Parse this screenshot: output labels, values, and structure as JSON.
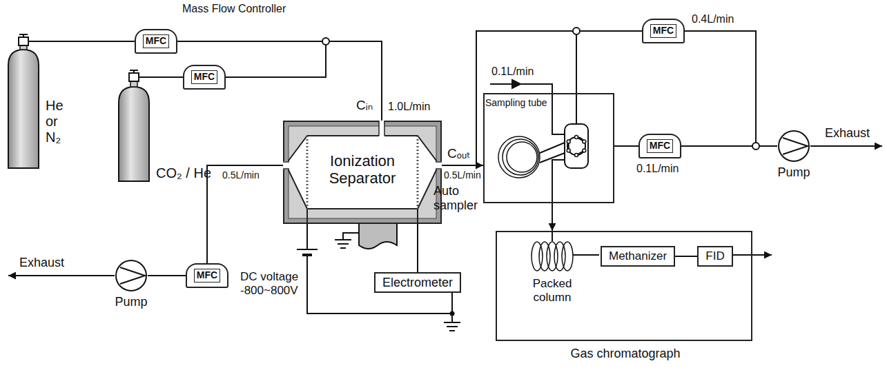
{
  "diagram": {
    "nodes": [
      {
        "text": [
          "He or N₂"
        ]
      },
      {
        "text": [
          "Mass Flow Controller",
          "MFC"
        ]
      },
      {
        "text": [
          "CO₂ / He"
        ]
      },
      {
        "text": [
          "MFC"
        ]
      },
      {
        "text": [
          "Ionization Separator"
        ]
      },
      {
        "text": [
          "MFC"
        ]
      },
      {
        "text": [
          "Pump"
        ]
      },
      {
        "text": [
          "Electrometer"
        ]
      },
      {
        "text": [
          "MFC"
        ]
      },
      {
        "text": [
          "Auto sampler"
        ]
      },
      {
        "text": [
          "MFC"
        ]
      },
      {
        "text": [
          "Pump"
        ]
      },
      {
        "text": [
          "Gas chromatograph"
        ]
      },
      {
        "text": [
          "Methanizer"
        ],
        "in": 12
      },
      {
        "text": [
          "FID"
        ],
        "in": 12
      }
    ],
    "edges": [
      {
        "from": 0,
        "to": 1,
        "arrow": "none"
      },
      {
        "from": 1,
        "to": 4,
        "arrow": "none"
      },
      {
        "from": 2,
        "to": 3,
        "arrow": "none"
      },
      {
        "from": 3,
        "to": 4,
        "arrow": "none"
      },
      {
        "from": 4,
        "to": 5,
        "arrow": "none"
      },
      {
        "from": 5,
        "to": 6,
        "arrow": "none"
      },
      {
        "from": 4,
        "to": 7,
        "arrow": "none"
      },
      {
        "from": 4,
        "to": 8,
        "arrow": "none"
      },
      {
        "from": 4,
        "to": 9,
        "arrow": "to"
      },
      {
        "from": 9,
        "to": 10,
        "arrow": "none"
      },
      {
        "from": 8,
        "to": 11,
        "arrow": "none"
      },
      {
        "from": 10,
        "to": 11,
        "arrow": "none"
      },
      {
        "from": 9,
        "to": 12,
        "arrow": "to"
      },
      {
        "from": 13,
        "to": 14,
        "arrow": "none"
      }
    ],
    "labels": [
      "Cᵢₙ",
      "1.0L/min",
      "0.5L/min",
      "Cₒᵤₜ",
      "0.5L/min",
      "Exhaust",
      "0.4L/min",
      "0.1L/min",
      "Sampling tube",
      "0.1L/min",
      "Exhaust",
      "DC voltage -800~800V",
      "Packed column"
    ]
  }
}
